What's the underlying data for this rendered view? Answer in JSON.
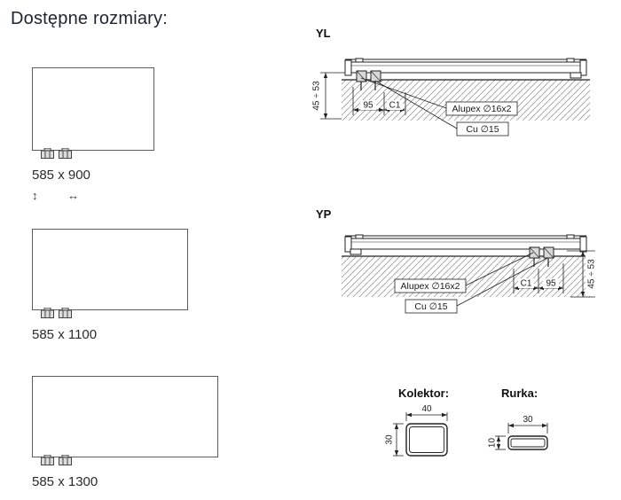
{
  "page": {
    "title": "Dostępne rozmiary:"
  },
  "sizes": {
    "height_arrow": "↕",
    "width_arrow": "↔",
    "items": [
      {
        "label": "585 x 900"
      },
      {
        "label": "585 x 1100"
      },
      {
        "label": "585 x 1300"
      }
    ]
  },
  "diagram_yl": {
    "title": "YL",
    "dim_vertical": "45 ÷ 53",
    "dim_95": "95",
    "dim_c1": "C1",
    "label_alupex": "Alupex ∅16x2",
    "label_cu": "Cu ∅15"
  },
  "diagram_yp": {
    "title": "YP",
    "dim_vertical": "45 ÷ 53",
    "dim_95": "95",
    "dim_c1": "C1",
    "label_alupex": "Alupex ∅16x2",
    "label_cu": "Cu ∅15"
  },
  "kolektor": {
    "title": "Kolektor:",
    "dim_width": "40",
    "dim_height": "30"
  },
  "rurka": {
    "title": "Rurka:",
    "dim_width": "30",
    "dim_height": "10"
  }
}
